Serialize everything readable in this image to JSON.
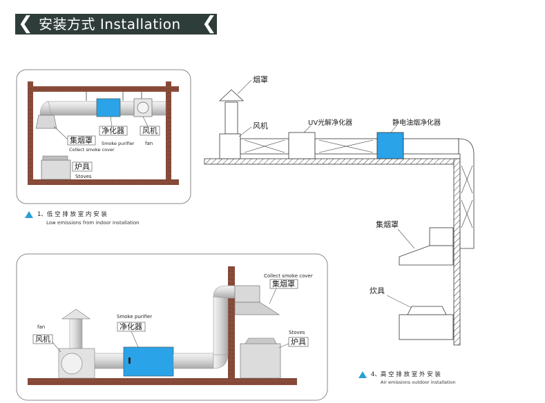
{
  "header": {
    "title": "安装方式 Installation",
    "left_glyph": "❮",
    "right_glyph": "❮",
    "bg_color": "#2f3d3a"
  },
  "panel1": {
    "caption_cn": "1、低 空 排 放 室 内 安 装",
    "caption_en": "Low emissions from indoor installation",
    "label_collect_cn": "集烟罩",
    "label_collect_en": "Collect smoke cover",
    "label_purifier_cn": "净化器",
    "label_purifier_en": "Smoke purifier",
    "label_fan_cn": "风机",
    "label_fan_en": "fan",
    "label_stove_cn": "炉具",
    "label_stove_en": "Stoves"
  },
  "panel2": {
    "label_fan_en": "fan",
    "label_fan_cn": "风机",
    "label_purifier_en": "Smoke purifier",
    "label_purifier_cn": "净化器",
    "label_collect_en": "Collect smoke cover",
    "label_collect_cn": "集烟罩",
    "label_stove_en": "Stoves",
    "label_stove_cn": "炉具"
  },
  "panel3": {
    "label_hood": "烟罩",
    "label_fan": "风机",
    "label_uv": "UV光解净化器",
    "label_esp": "静电油烟净化器",
    "label_collect": "集烟罩",
    "label_stove": "炊具",
    "caption_cn": "4、高 空 排 放 室 外 安 装",
    "caption_en": "Air emissions outdoor installation"
  },
  "colors": {
    "accent_blue": "#2aa3e8",
    "brick": "#8b4d3b",
    "triangle": "#2a9fd6"
  }
}
